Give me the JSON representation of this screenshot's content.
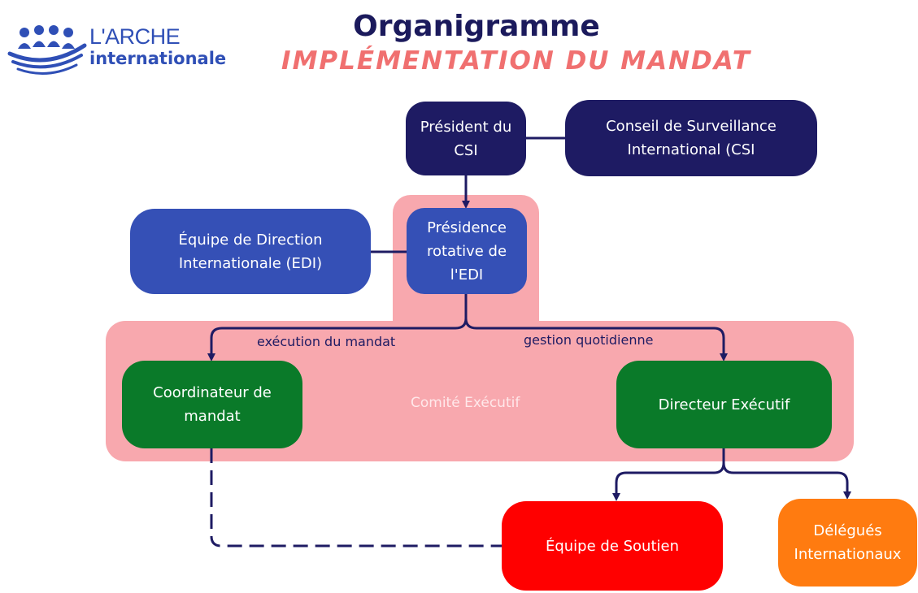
{
  "header": {
    "title": "Organigramme",
    "subtitle": "IMPLÉMENTATION DU MANDAT"
  },
  "logo": {
    "line1": "L'ARCHE",
    "line2": "internationale",
    "color": "#2f4fb6"
  },
  "nodes": {
    "president_csi": "Président du CSI",
    "conseil": "Conseil de Surveillance International (CSI",
    "equipe_direction": "Équipe de Direction Internationale (EDI)",
    "presidence_rotative": "Présidence rotative de l'EDI",
    "coordinateur": "Coordinateur de mandat",
    "directeur": "Directeur Exécutif",
    "equipe_soutien": "Équipe de Soutien",
    "delegues": "Délégués Internationaux"
  },
  "groups": {
    "comite": "Comité Exécutif"
  },
  "edges": {
    "execution": "exécution du mandat",
    "gestion": "gestion quotidienne"
  },
  "colors": {
    "navy": "#1e1b63",
    "blue": "#3550b6",
    "green": "#0a7a29",
    "red": "#ff0000",
    "orange": "#ff7b10",
    "pink": "#f8a8ae",
    "title_color": "#1b1a5c",
    "subtitle_color": "#f07070"
  }
}
